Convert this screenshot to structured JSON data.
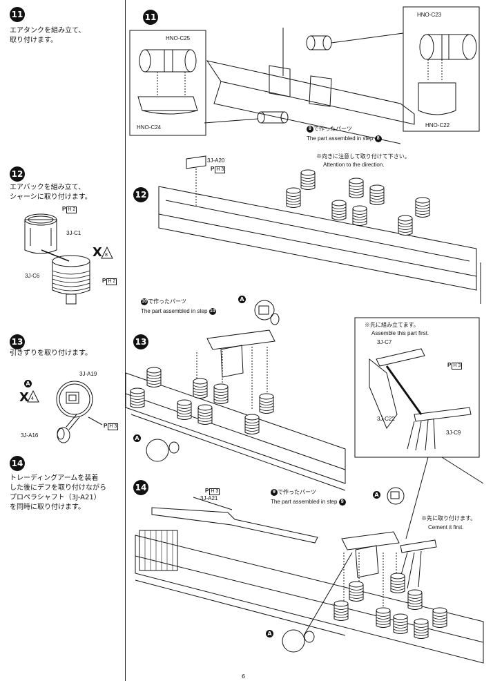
{
  "left_column": {
    "steps": [
      {
        "number": "11",
        "text_lines": [
          "エアタンクを組み立て、",
          "取り付けます。"
        ]
      },
      {
        "number": "12",
        "text_lines": [
          "エアバックを組み立て、",
          "シャーシに取り付けます。"
        ]
      },
      {
        "number": "13",
        "text_lines": [
          "引きずりを取り付けます。"
        ]
      },
      {
        "number": "14",
        "text_lines": [
          "トレーディングアームを装着",
          "した後にデフを取り付けながら",
          "プロペラシャフト（3J-A21）",
          "を同時に取り付けます。"
        ]
      }
    ],
    "step12_labels": {
      "part_c1": "3J-C1",
      "part_c6": "3J-C6",
      "p_top": "P",
      "p_top_sq": "H 2",
      "p_bottom": "P",
      "p_bottom_sq": "H 2",
      "x_mark": "X",
      "x_count": "8"
    },
    "step13_labels": {
      "marker": "A",
      "part_a19": "3J-A19",
      "part_a16": "3J-A16",
      "p": "P",
      "p_sq": "H 3",
      "x_mark": "X",
      "x_count": "4"
    }
  },
  "right_column": {
    "step11": {
      "number": "11",
      "parts": {
        "c25": "HNO-C25",
        "c24": "HNO-C24",
        "c23": "HNO-C23",
        "c22": "HNO-C22"
      },
      "ref_jp": "で作ったパーツ",
      "ref_en": "The part assembled in step",
      "ref_step": "8"
    },
    "step12": {
      "number": "12",
      "part_a20": "3J-A20",
      "p": "P",
      "p_sq": "H 3",
      "note_jp": "※向きに注意して取り付けて下さい。",
      "note_en": "Attention to the direction."
    },
    "step13": {
      "number": "13",
      "ref_step": "10",
      "ref_jp": "で作ったパーツ",
      "ref_en": "The part assembled in step",
      "marker": "A",
      "inset_note_jp": "※先に組み立てます。",
      "inset_note_en": "Assemble this part first.",
      "parts": {
        "c7": "3J-C7",
        "c22": "3J-C22",
        "c9": "3J-C9"
      },
      "p": "P",
      "p_sq": "H 3"
    },
    "step14": {
      "number": "14",
      "p": "P",
      "p_sq": "H 3",
      "part_a21": "3J-A21",
      "ref_step": "9",
      "ref_jp": "で作ったパーツ",
      "ref_en": "The part assembled in step",
      "marker": "A",
      "cement_jp": "※先に取り付けます。",
      "cement_en": "Cement it first."
    }
  },
  "page_number": "6"
}
